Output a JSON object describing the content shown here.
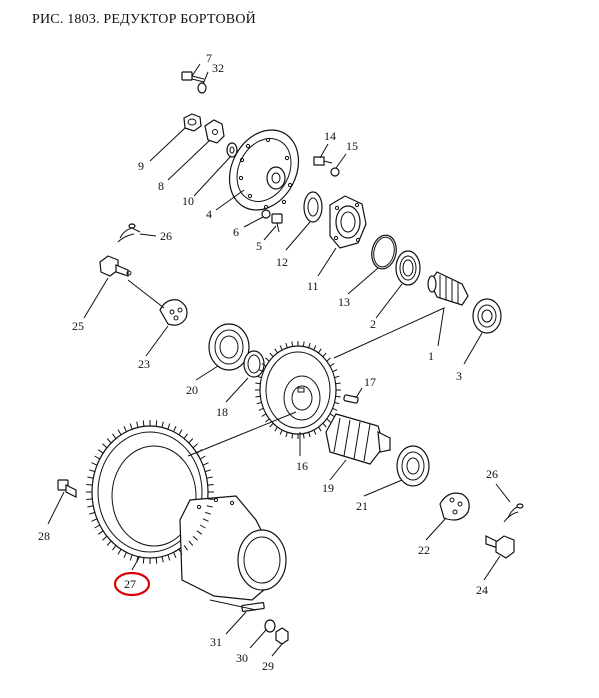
{
  "title": "РИС. 1803. РЕДУКТОР БОРТОВОЙ",
  "highlight_color": "#d90000",
  "highlighted_part": "27",
  "parts": {
    "1": "1",
    "2": "2",
    "3": "3",
    "4": "4",
    "5": "5",
    "6": "6",
    "7": "7",
    "8": "8",
    "9": "9",
    "10": "10",
    "11": "11",
    "12": "12",
    "13": "13",
    "14": "14",
    "15": "15",
    "16": "16",
    "17": "17",
    "18": "18",
    "19": "19",
    "20": "20",
    "21": "21",
    "22": "22",
    "23": "23",
    "24": "24",
    "25": "25",
    "26a": "26",
    "26b": "26",
    "27": "27",
    "28": "28",
    "29": "29",
    "30": "30",
    "31": "31",
    "32": "32"
  }
}
